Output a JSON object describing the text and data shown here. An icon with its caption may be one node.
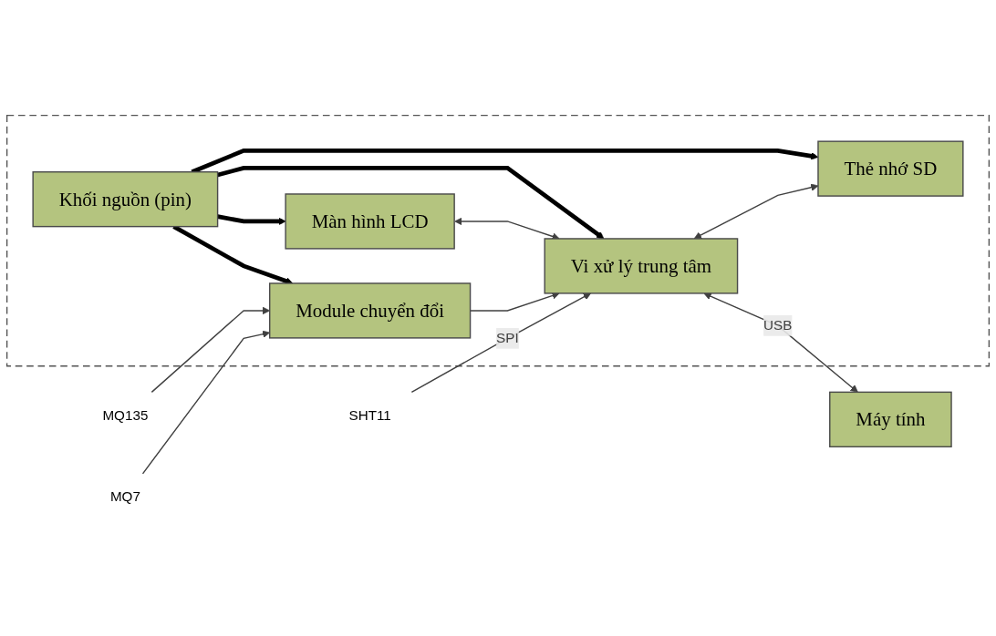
{
  "diagram": {
    "nodes": [
      {
        "text": [],
        "shape": "box"
      },
      {
        "text": [
          "Màn hình LCD"
        ],
        "in": 0
      },
      {
        "text": [
          "SHT11"
        ]
      },
      {
        "text": [
          "MQ7"
        ]
      },
      {
        "text": [
          "Module chuyển đổi"
        ],
        "in": 0
      },
      {
        "text": [
          "Vi xử lý trung tâm"
        ],
        "in": 0
      },
      {
        "text": [
          "Máy tính"
        ]
      },
      {
        "text": [
          "MQ135"
        ]
      },
      {
        "text": [
          "Khối nguồn (pin)"
        ],
        "in": 0
      },
      {
        "text": [
          "Thẻ nhớ SD"
        ],
        "in": 0
      }
    ],
    "edges": [
      {
        "from": 2,
        "to": 5,
        "arrow": "to",
        "label": "SPI"
      },
      {
        "from": 3,
        "to": 4,
        "arrow": "to"
      },
      {
        "from": 7,
        "to": 4,
        "arrow": "to"
      },
      {
        "from": 4,
        "to": 5,
        "arrow": "to"
      },
      {
        "from": 1,
        "to": 5,
        "arrow": "both"
      },
      {
        "from": 5,
        "to": 6,
        "arrow": "both",
        "label": "USB"
      },
      {
        "from": 5,
        "to": 9,
        "arrow": "both"
      },
      {
        "from": 8,
        "to": 4,
        "arrow": "to",
        "style": "thick",
        "color": "#000000"
      },
      {
        "from": 8,
        "to": 1,
        "arrow": "to",
        "style": "thick",
        "color": "#000000"
      },
      {
        "from": 8,
        "to": 5,
        "arrow": "to",
        "style": "thick",
        "color": "#000000"
      },
      {
        "from": 8,
        "to": 9,
        "arrow": "to",
        "style": "thick",
        "color": "#000000"
      }
    ]
  }
}
